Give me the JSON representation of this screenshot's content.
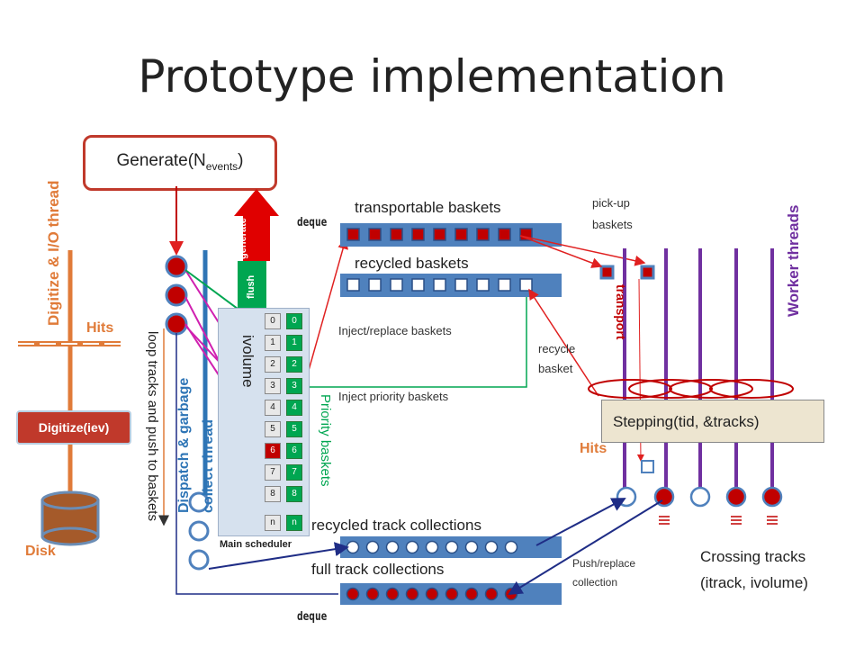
{
  "title": "Prototype implementation",
  "generate": {
    "prefix": "Generate(N",
    "subscript": "events",
    "suffix": ")"
  },
  "buttons": {
    "generate": "generate",
    "flush": "flush"
  },
  "labels": {
    "deque_top": "deque",
    "deque_bottom": "deque",
    "transportable_baskets": "transportable baskets",
    "recycled_baskets": "recycled baskets",
    "pick_up_baskets_1": "pick-up",
    "pick_up_baskets_2": "baskets",
    "inject_replace": "Inject/replace baskets",
    "inject_priority": "Inject priority baskets",
    "recycle_basket_1": "recycle",
    "recycle_basket_2": "basket",
    "ivolume": "ivolume",
    "priority_baskets": "Priority baskets",
    "main_scheduler": "Main scheduler",
    "recycled_track_collections": "recycled track collections",
    "full_track_collections": "full track collections",
    "push_replace_1": "Push/replace",
    "push_replace_2": "collection",
    "crossing_tracks_1": "Crossing tracks",
    "crossing_tracks_2": "(itrack, ivolume)",
    "stepping": "Stepping(tid, &tracks)",
    "transport": "transport",
    "worker_threads": "Worker threads",
    "digitize_io_thread": "Digitize & I/O thread",
    "hits_left": "Hits",
    "hits_right": "Hits",
    "digitize_iev": "Digitize(iev)",
    "disk": "Disk",
    "dispatch_garbage": "Dispatch & garbage",
    "collect_thread": "collect thread",
    "loop_tracks": "loop tracks and push to baskets"
  },
  "scheduler_slots": [
    "0",
    "1",
    "2",
    "3",
    "4",
    "5",
    "6",
    "7",
    "8",
    "n"
  ],
  "colors": {
    "red": "#c00000",
    "dark_red": "#a50d0d",
    "blue_bar": "#4f81bd",
    "purple": "#7030a0",
    "orange": "#e07b39",
    "green": "#00a651",
    "magenta": "#e020c0",
    "navy": "#1f2d86",
    "title_blue": "#2e75b6"
  }
}
